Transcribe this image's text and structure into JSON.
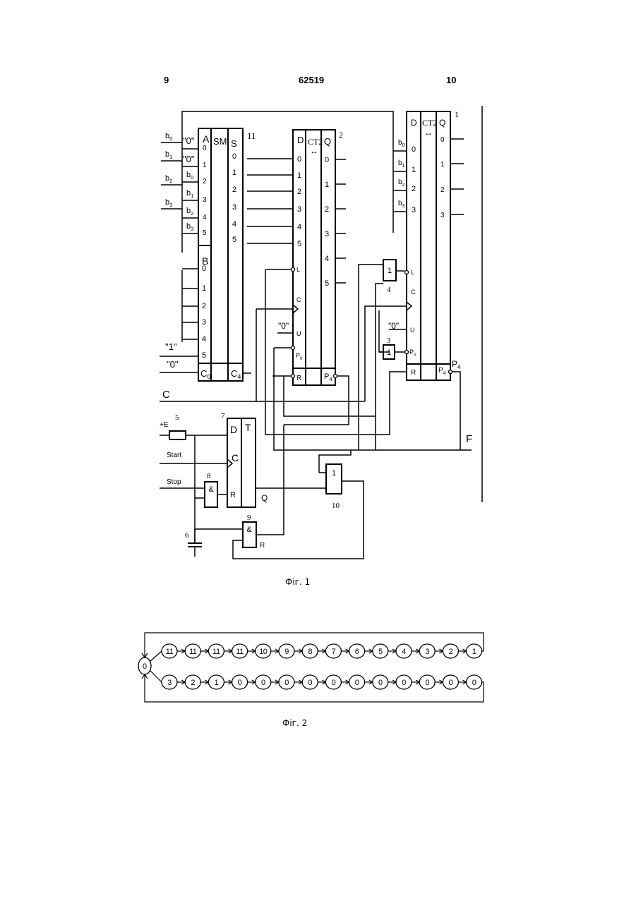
{
  "header": {
    "left_page": "9",
    "patent_no": "62519",
    "right_page": "10"
  },
  "fig1": {
    "caption": "Фіг. 1",
    "adder": {
      "ref": "11",
      "title": "SM",
      "in_a": "A",
      "in_b": "B",
      "out": "S",
      "carry_in": "C",
      "carry_out": "C",
      "a_pins": [
        "0",
        "1",
        "2",
        "3",
        "4",
        "5"
      ],
      "b_pins": [
        "0",
        "1",
        "2",
        "3",
        "4",
        "5"
      ],
      "s_pins": [
        "0",
        "1",
        "2",
        "3",
        "4",
        "5"
      ],
      "a_inputs": [
        "\"0\"",
        "\"0\"",
        "b",
        "b",
        "b",
        "b"
      ],
      "a_input_subs": [
        "",
        "",
        "0",
        "1",
        "2",
        "3"
      ],
      "b_inputs_const": [
        "\"1\"",
        "\"0\""
      ],
      "left_inputs": [
        "b",
        "b",
        "b",
        "b"
      ],
      "left_input_subs": [
        "0",
        "1",
        "2",
        "3"
      ]
    },
    "counter2": {
      "ref": "2",
      "title": "CT2",
      "in": "D",
      "out": "Q",
      "d_pins": [
        "0",
        "1",
        "2",
        "3",
        "4",
        "5"
      ],
      "q_pins": [
        "0",
        "1",
        "2",
        "3",
        "4",
        "5"
      ],
      "ctrl": [
        "L",
        "C",
        "U",
        "P",
        "R"
      ],
      "u_const": "\"0\"",
      "p4": "P"
    },
    "counter1": {
      "ref": "1",
      "title": "CT2",
      "in": "D",
      "out": "Q",
      "d_pins": [
        "0",
        "1",
        "2",
        "3"
      ],
      "q_pins": [
        "0",
        "1",
        "2",
        "3"
      ],
      "d_inputs": [
        "b",
        "b",
        "b",
        "b"
      ],
      "d_input_subs": [
        "0",
        "1",
        "2",
        "3"
      ],
      "ctrl": [
        "L",
        "C",
        "U",
        "P",
        "R"
      ],
      "u_const": "\"0\"",
      "p4": "P"
    },
    "gates": {
      "or4": {
        "ref": "4",
        "symbol": "1"
      },
      "not3": {
        "ref": "3",
        "symbol": "1"
      },
      "or10": {
        "ref": "10",
        "symbol": "1"
      },
      "and8": {
        "ref": "8",
        "symbol": "&"
      },
      "and9": {
        "ref": "9",
        "symbol": "&"
      },
      "flipflop7": {
        "ref": "7",
        "d": "D",
        "t": "T",
        "c": "C",
        "r": "R",
        "q": "Q"
      },
      "resistor5": {
        "ref": "5"
      },
      "capacitor6": {
        "ref": "6"
      }
    },
    "signals": {
      "clock": "C",
      "output": "F",
      "supply": "+E",
      "start": "Start",
      "stop": "Stop",
      "q": "Q",
      "rbar": "R"
    }
  },
  "fig2": {
    "caption": "Фіг. 2",
    "start_state": "0",
    "top_row": [
      "11",
      "11",
      "11",
      "11",
      "10",
      "9",
      "8",
      "7",
      "6",
      "5",
      "4",
      "3",
      "2",
      "1"
    ],
    "bottom_row": [
      "3",
      "2",
      "1",
      "0",
      "0",
      "0",
      "0",
      "0",
      "0",
      "0",
      "0",
      "0",
      "0",
      "0"
    ]
  }
}
